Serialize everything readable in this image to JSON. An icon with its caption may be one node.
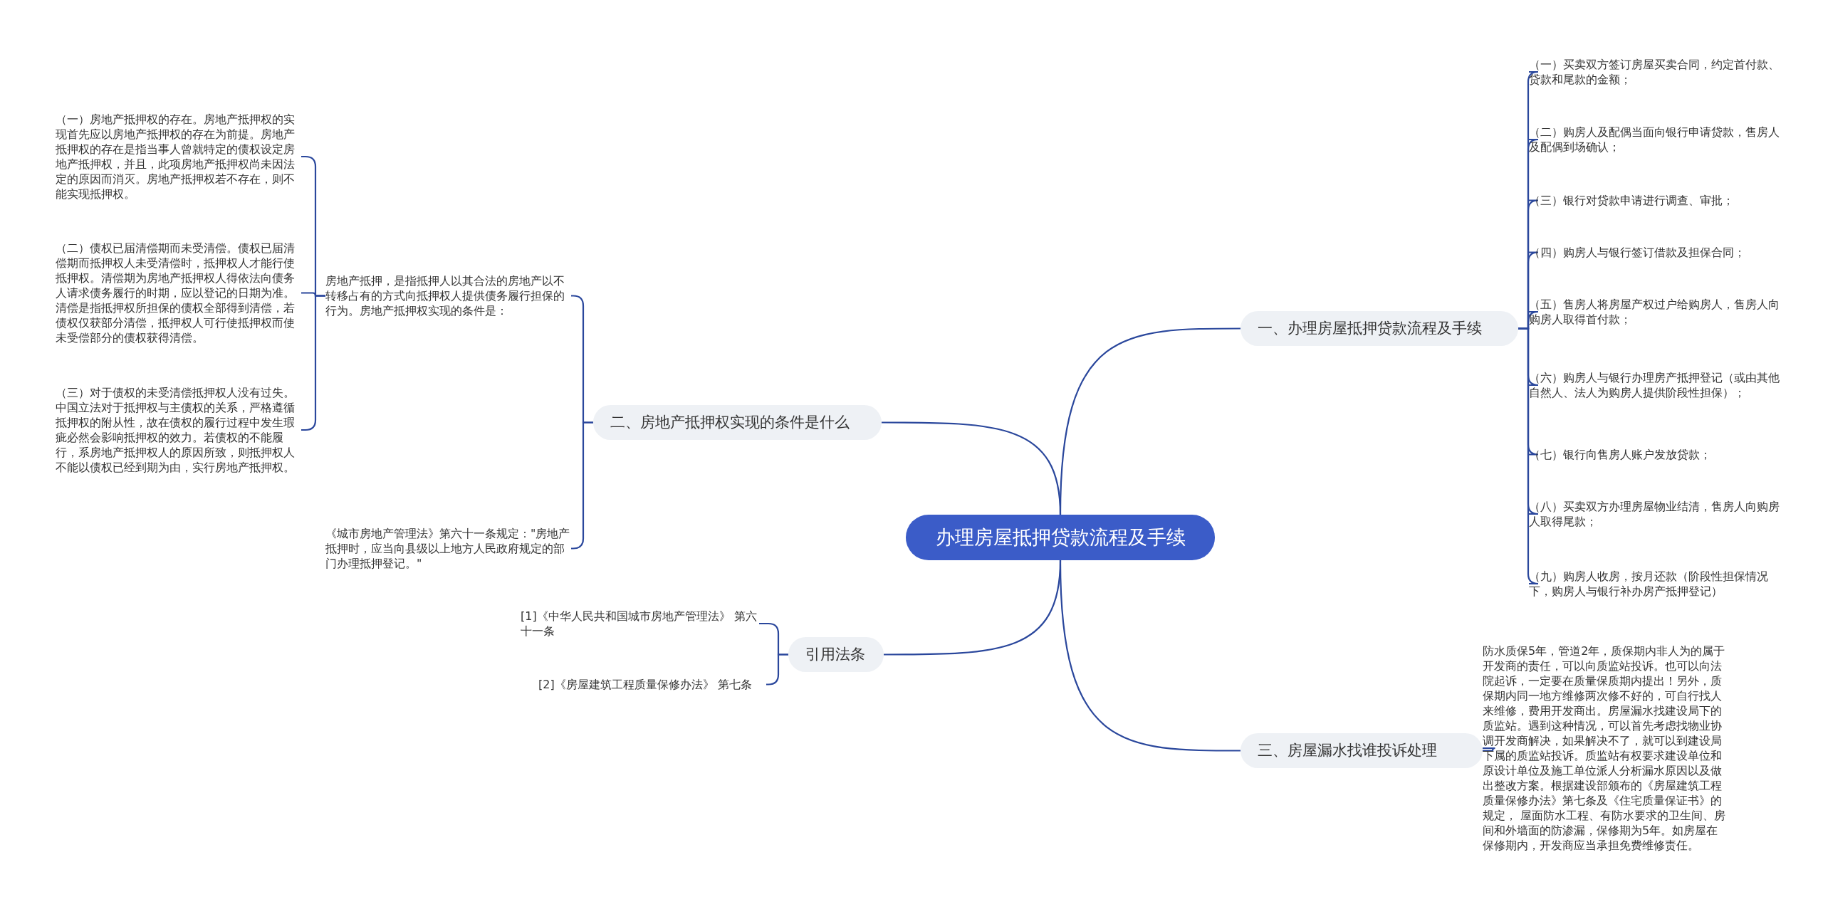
{
  "diagram": {
    "nodes": [
      {
        "text": [
          "办理房屋抵押贷款流程及手续"
        ]
      },
      {
        "text": [
          "一、办理房屋抵押贷款流程及手续"
        ]
      },
      {
        "text": [
          "（一）买卖双方签订房屋买卖合同，约定首付款、贷款和尾款的金额；"
        ]
      },
      {
        "text": [
          "（二）购房人及配偶当面向银行申请贷款，售房人及配偶到场确认；"
        ]
      },
      {
        "text": [
          "（三）银行对贷款申请进行调查、审批；"
        ]
      },
      {
        "text": [
          "（四）购房人与银行签订借款及担保合同；"
        ]
      },
      {
        "text": [
          "（五）售房人将房屋产权过户给购房人，售房人向购房人取得首付款；"
        ]
      },
      {
        "text": [
          "（六）购房人与银行办理房产抵押登记（或由其他自然人、法人为购房人提供阶段性担保）；"
        ]
      },
      {
        "text": [
          "（七）银行向售房人账户发放贷款；"
        ]
      },
      {
        "text": [
          "（八）买卖双方办理房屋物业结清，售房人向购房人取得尾款；"
        ]
      },
      {
        "text": [
          "（九）购房人收房，按月还款（阶段性担保情况下，购房人与银行补办房产抵押登记）"
        ]
      },
      {
        "text": [
          "二、房地产抵押权实现的条件是什么"
        ]
      },
      {
        "text": [
          "房地产抵押，是指抵押人以其合法的房地产以不转移占有的方式向抵押权人提供债务履行担保的行为。房地产抵押权实现的条件是："
        ]
      },
      {
        "text": [
          "（一）房地产抵押权的存在。房地产抵押权的实现首先应以房地产抵押权的存在为前提。房地产抵押权的存在是指当事人曾就特定的债权设定房地产抵押权，并且，此项房地产抵押权尚未因法定的原因而消灭。房地产抵押权若不存在，则不能实现抵押权。"
        ]
      },
      {
        "text": [
          "（二）债权已届清偿期而未受清偿。债权已届清偿期而抵押权人未受清偿时，抵押权人才能行使抵押权。清偿期为房地产抵押权人得依法向债务人请求债务履行的时期，应以登记的日期为准。清偿是指抵押权所担保的债权全部得到清偿，若债权仅获部分清偿，抵押权人可行使抵押权而使未受偿部分的债权获得清偿。"
        ]
      },
      {
        "text": [
          "（三）对于债权的未受清偿抵押权人没有过失。中国立法对于抵押权与主债权的关系，严格遵循抵押权的附从性，故在债权的履行过程中发生瑕疵必然会影响抵押权的效力。若债权的不能履行，系房地产抵押权人的原因所致，则抵押权人不能以债权已经到期为由，实行房地产抵押权。"
        ]
      },
      {
        "text": [
          "《城市房地产管理法》第六十一条规定：\"房地产抵押时，应当向县级以上地方人民政府规定的部门办理抵押登记。\""
        ]
      },
      {
        "text": [
          "引用法条"
        ]
      },
      {
        "text": [
          "[1]《中华人民共和国城市房地产管理法》 第六十一条"
        ]
      },
      {
        "text": [
          "[2]《房屋建筑工程质量保修办法》 第七条"
        ]
      },
      {
        "text": [
          "三、房屋漏水找谁投诉处理"
        ]
      },
      {
        "text": [
          "防水质保5年，管道2年，质保期内非人为的属于开发商的责任，可以向质监站投诉。也可以向法院起诉，一定要在质量保质期内提出！另外，质保期内同一地方维修两次修不好的，可自行找人来维修，费用开发商出。房屋漏水找建设局下的质监站。遇到这种情况，可以首先考虑找物业协调开发商解决，如果解决不了，就可以到建设局下属的质监站投诉。质监站有权要求建设单位和原设计单位及施工单位派人分析漏水原因以及做出整改方案。根据建设部颁布的《房屋建筑工程质量保修办法》第七条及《住宅质量保证书》的规定， 屋面防水工程、有防水要求的卫生间、房间和外墙面的防渗漏，保修期为5年。如房屋在保修期内，开发商应当承担免费维修责任。"
        ]
      }
    ],
    "edges": [
      {
        "from": 0,
        "to": 1,
        "arrow": "none"
      },
      {
        "from": 1,
        "to": 2,
        "arrow": "none"
      },
      {
        "from": 1,
        "to": 3,
        "arrow": "none"
      },
      {
        "from": 1,
        "to": 4,
        "arrow": "none"
      },
      {
        "from": 1,
        "to": 5,
        "arrow": "none"
      },
      {
        "from": 1,
        "to": 6,
        "arrow": "none"
      },
      {
        "from": 1,
        "to": 7,
        "arrow": "none"
      },
      {
        "from": 1,
        "to": 8,
        "arrow": "none"
      },
      {
        "from": 1,
        "to": 9,
        "arrow": "none"
      },
      {
        "from": 1,
        "to": 10,
        "arrow": "none"
      },
      {
        "from": 0,
        "to": 11,
        "arrow": "none"
      },
      {
        "from": 11,
        "to": 12,
        "arrow": "none"
      },
      {
        "from": 12,
        "to": 13,
        "arrow": "none"
      },
      {
        "from": 12,
        "to": 14,
        "arrow": "none"
      },
      {
        "from": 12,
        "to": 15,
        "arrow": "none"
      },
      {
        "from": 11,
        "to": 16,
        "arrow": "none"
      },
      {
        "from": 0,
        "to": 17,
        "arrow": "none"
      },
      {
        "from": 17,
        "to": 18,
        "arrow": "none"
      },
      {
        "from": 17,
        "to": 19,
        "arrow": "none"
      },
      {
        "from": 0,
        "to": 20,
        "arrow": "none"
      },
      {
        "from": 20,
        "to": 21,
        "arrow": "none"
      }
    ]
  }
}
